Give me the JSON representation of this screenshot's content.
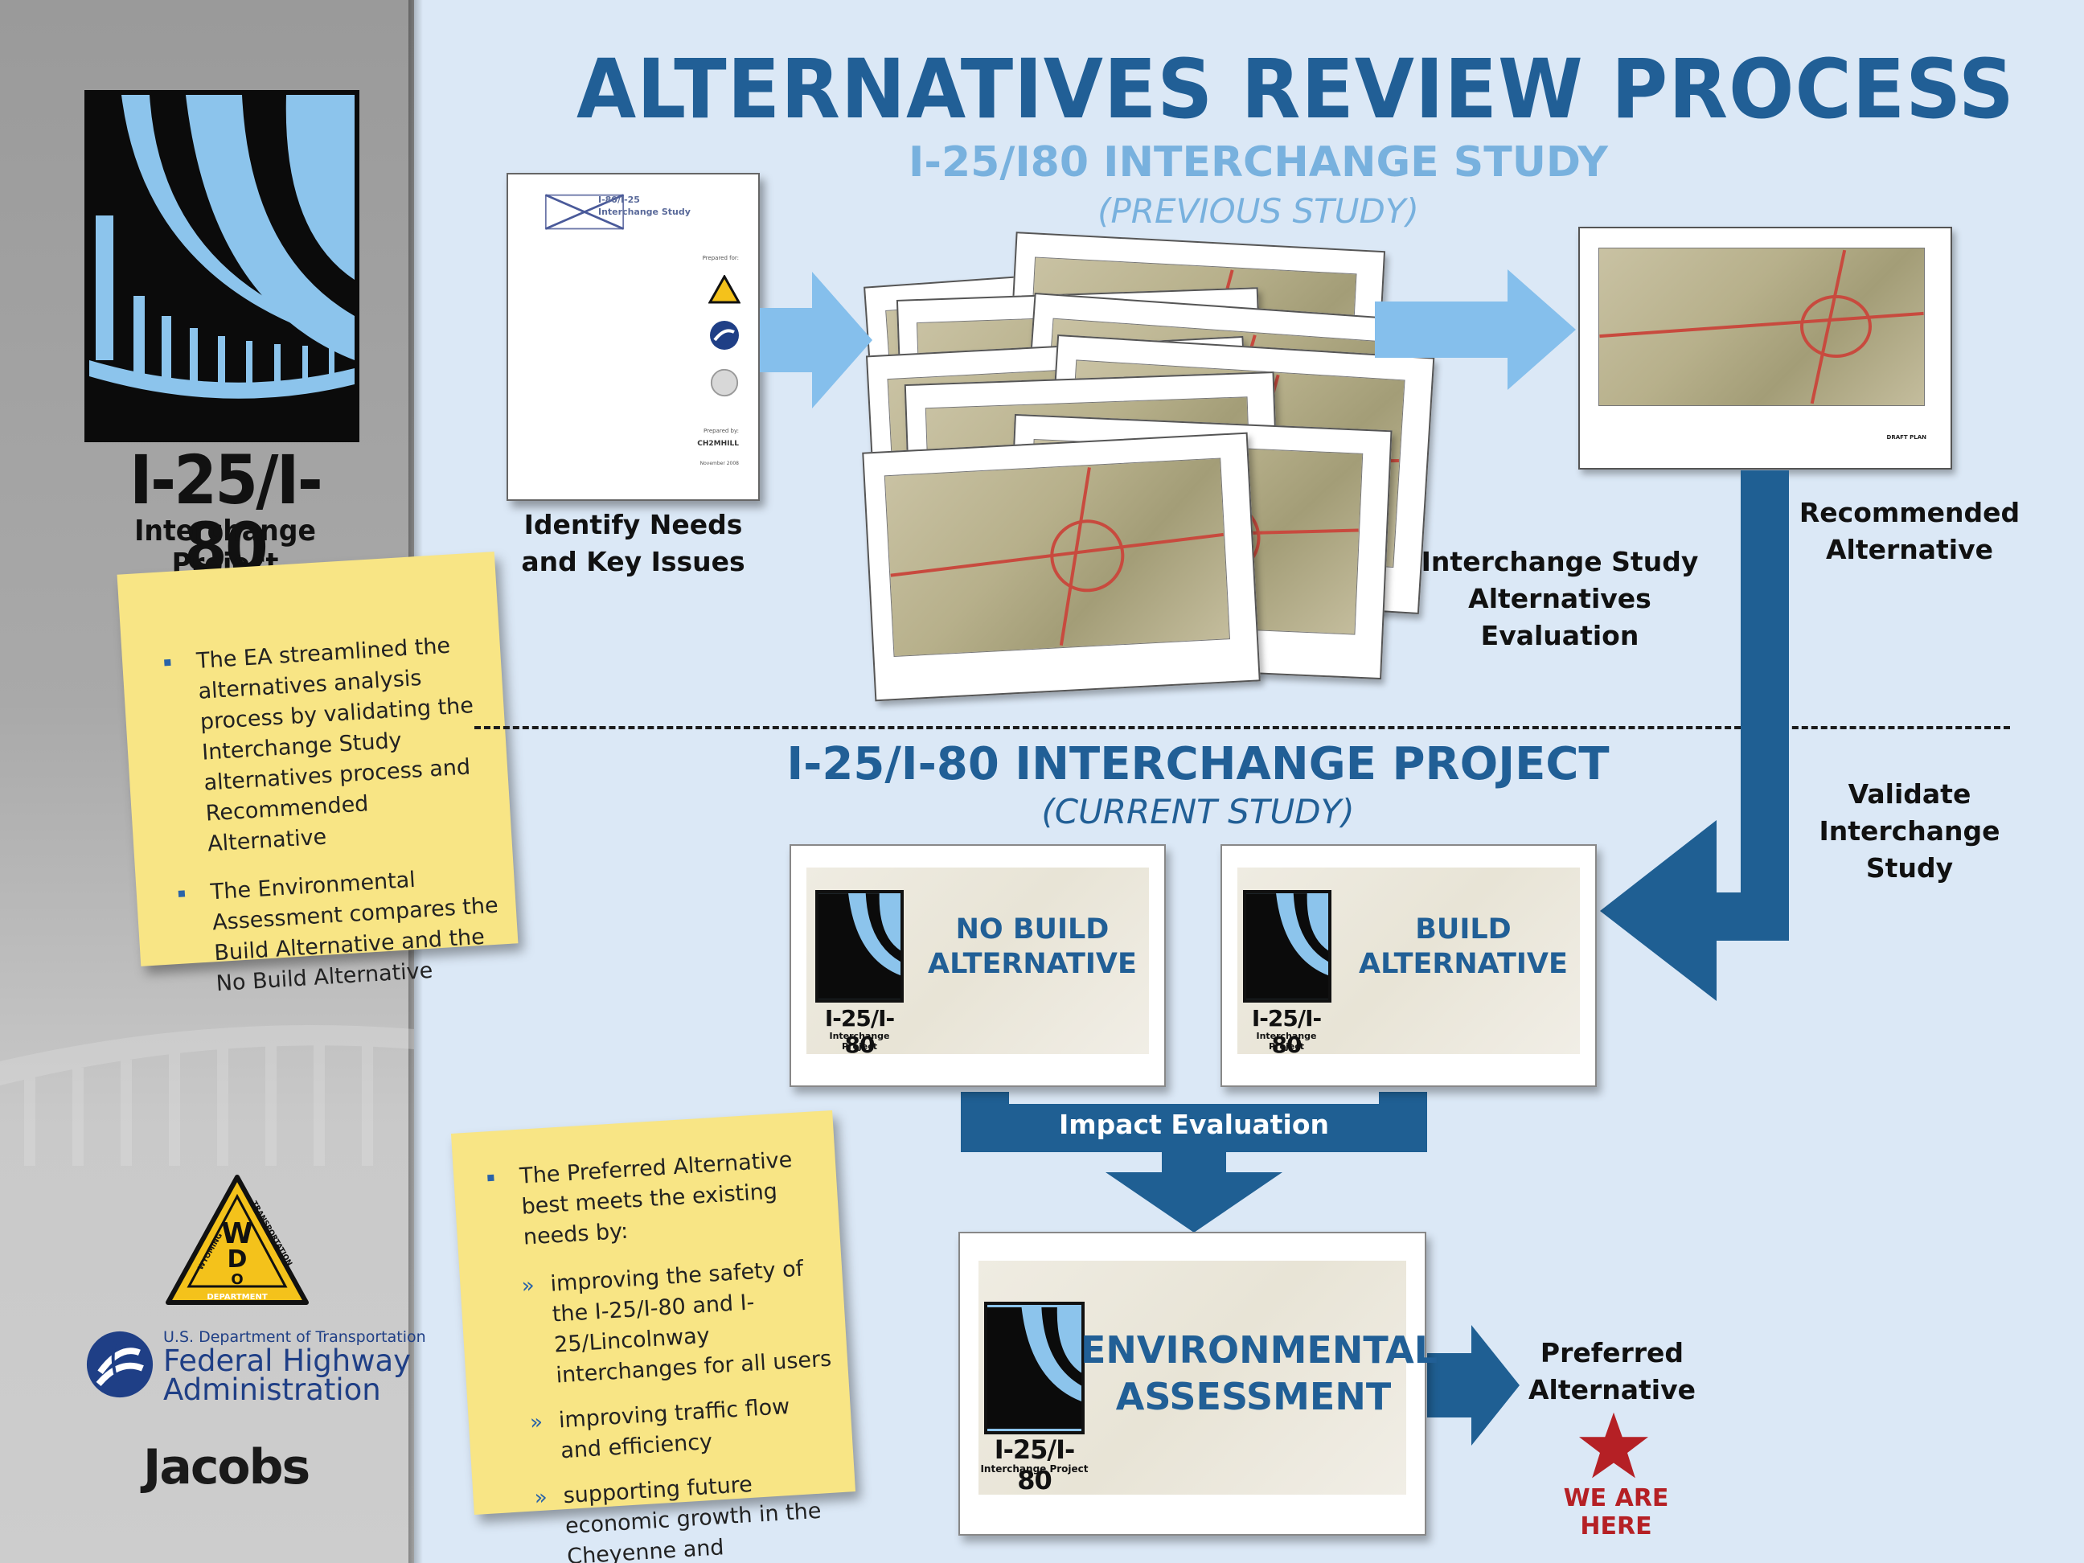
{
  "colors": {
    "dark_blue": "#215f96",
    "light_blue": "#78b1de",
    "arrow_light": "#85bfec",
    "arrow_dark": "#1f5f93",
    "note_yellow": "#f8e585",
    "star_red": "#b52025"
  },
  "sidebar": {
    "logo_title": "I-25/I-80",
    "logo_subtitle": "Interchange Project",
    "wydot": {
      "letters_w": "W",
      "letters_d": "D",
      "letters_o": "O",
      "left_text": "WYOMING",
      "right_text": "TRANSPORTATION",
      "bottom_text": "DEPARTMENT"
    },
    "fhwa": {
      "line1": "U.S. Department of Transportation",
      "line2": "Federal Highway",
      "line3": "Administration"
    },
    "jacobs": "Jacobs"
  },
  "header": {
    "title": "ALTERNATIVES REVIEW PROCESS",
    "previous_title": "I-25/I80 INTERCHANGE STUDY",
    "previous_subtitle": "(PREVIOUS STUDY)",
    "project_title": "I-25/I-80 INTERCHANGE PROJECT",
    "project_subtitle": "(CURRENT STUDY)"
  },
  "report": {
    "title_line1": "I-80/I-25",
    "title_line2": "Interchange Study",
    "prepared_for": "Prepared for:",
    "prepared_by": "Prepared by:",
    "firm": "CH2MHILL",
    "date": "November 2008"
  },
  "labels": {
    "identify_line1": "Identify Needs",
    "identify_line2": "and Key Issues",
    "eval_line1": "Interchange Study",
    "eval_line2": "Alternatives",
    "eval_line3": "Evaluation",
    "recommended_line1": "Recommended",
    "recommended_line2": "Alternative",
    "validate_line1": "Validate",
    "validate_line2": "Interchange",
    "validate_line3": "Study",
    "no_build_line1": "NO BUILD",
    "no_build_line2": "ALTERNATIVE",
    "build_line1": "BUILD",
    "build_line2": "ALTERNATIVE",
    "impact": "Impact Evaluation",
    "env_line1": "ENVIRONMENTAL",
    "env_line2": "ASSESSMENT",
    "preferred_line1": "Preferred",
    "preferred_line2": "Alternative",
    "we_are_here": "WE ARE HERE",
    "mini_logo_title": "I-25/I-80",
    "mini_logo_sub": "Interchange Project",
    "draft_plan": "DRAFT PLAN"
  },
  "notes": {
    "note1": [
      "The EA streamlined the alternatives analysis process by validating the Interchange Study alternatives process and Recommended Alternative",
      "The Environmental Assessment compares the Build Alternative and the No Build Alternative"
    ],
    "note2_intro": "The Preferred Alternative best meets the existing needs by:",
    "note2_items": [
      "improving the safety of the I-25/I-80 and I-25/Lincolnway interchanges for all users",
      "improving traffic flow and efficiency",
      "supporting future economic growth in the Cheyenne and surrounding area"
    ]
  }
}
